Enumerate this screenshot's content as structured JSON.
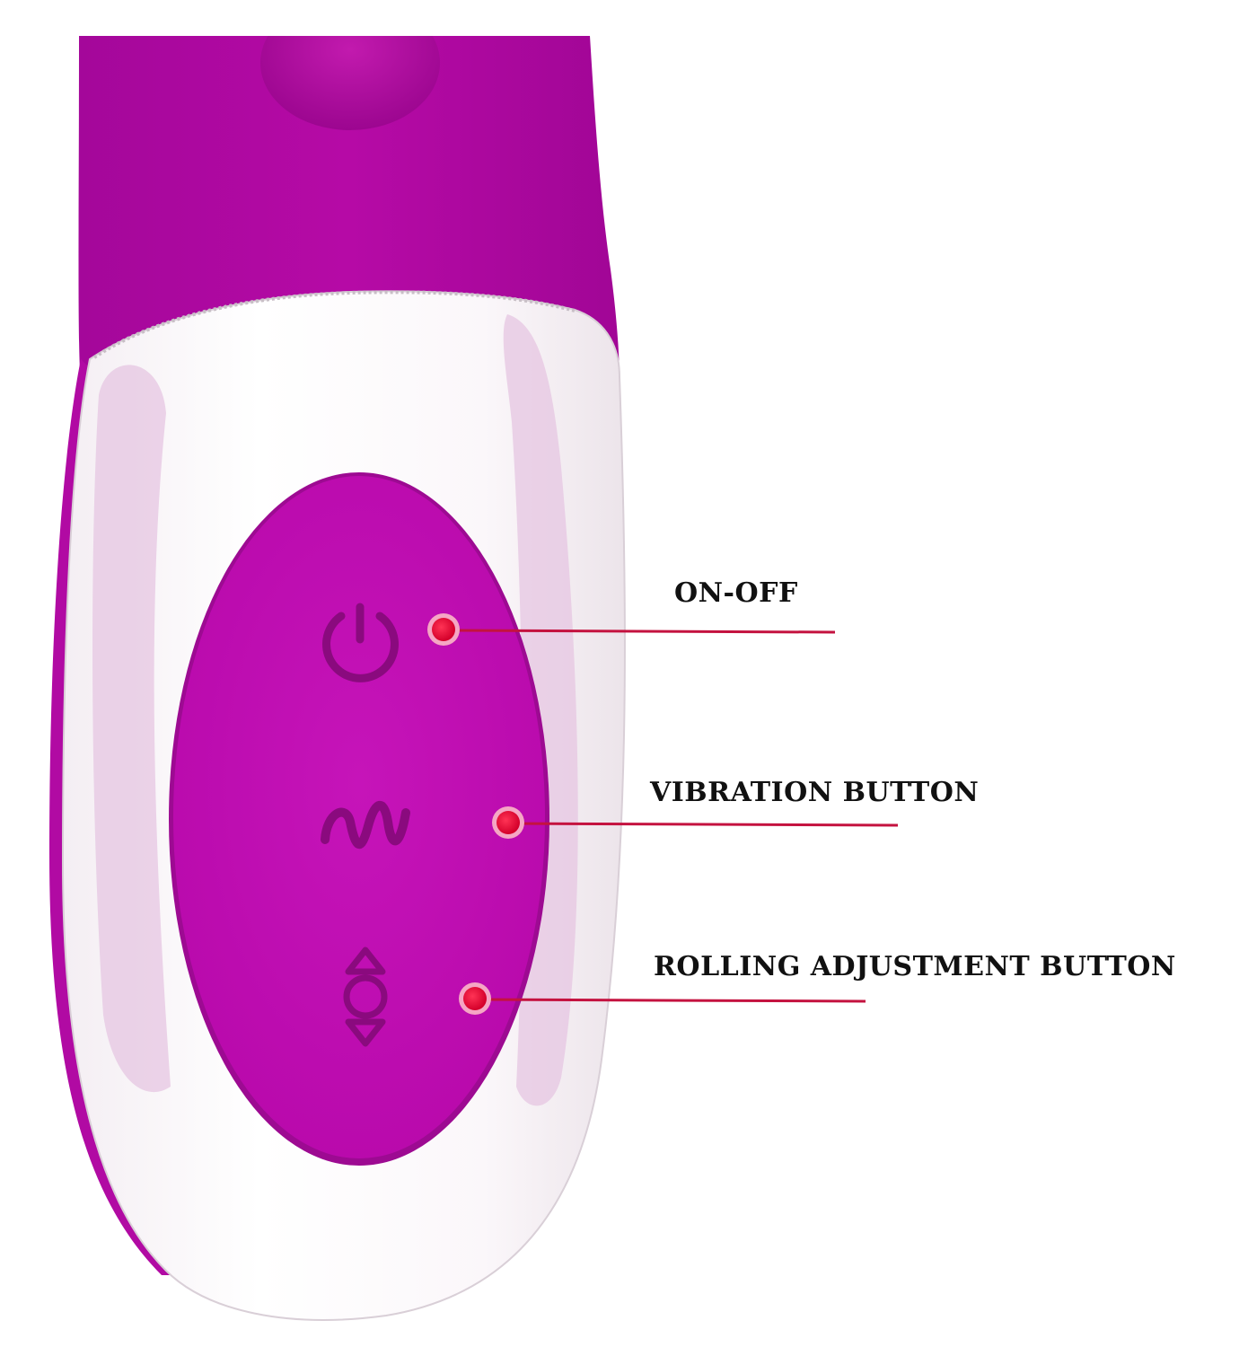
{
  "callouts": [
    {
      "label": "ON-OFF",
      "icon": "power-icon"
    },
    {
      "label": "VIBRATION BUTTON",
      "icon": "wave-icon"
    },
    {
      "label": "ROLLING ADJUSTMENT BUTTON",
      "icon": "rolling-arrows-icon"
    }
  ],
  "colors": {
    "body_purple": "#b0079e",
    "panel_magenta": "#c011b4",
    "shell_white": "#ffffff",
    "highlight_pink": "#e8c9e4",
    "marker_red": "#e8083a",
    "marker_ring": "#f5a6c4",
    "leader_line": "#c4123f",
    "label_text": "#111111"
  }
}
